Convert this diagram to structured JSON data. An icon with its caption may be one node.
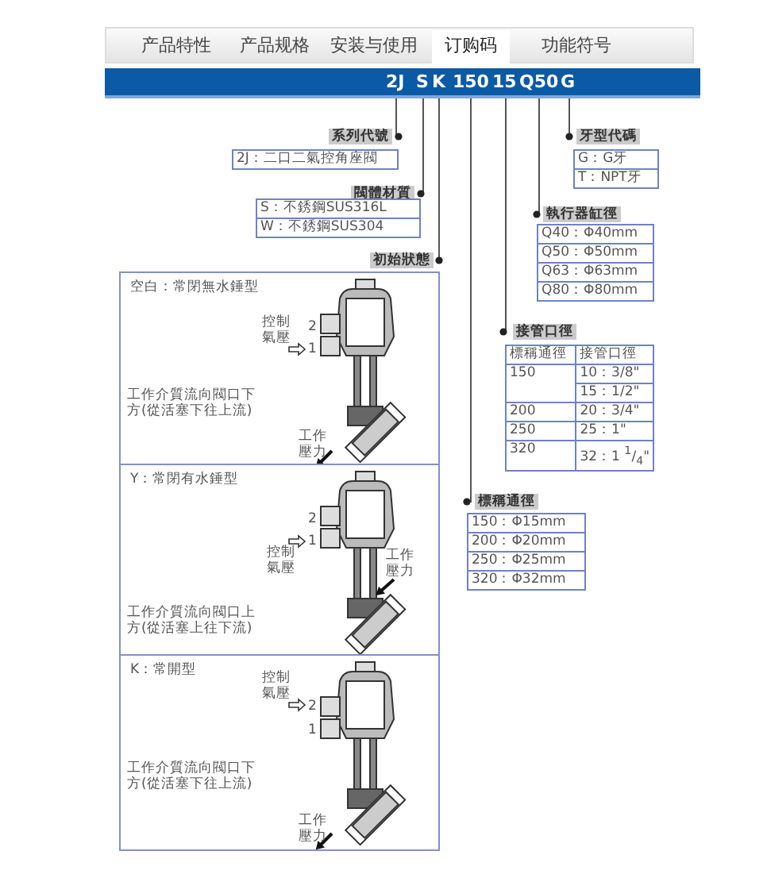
{
  "diagram": {
    "nodes": [
      {
        "text": [],
        "shape": "bar"
      },
      {
        "text": [
          "2J"
        ],
        "in": 0
      },
      {
        "text": [
          "S"
        ],
        "in": 0
      },
      {
        "text": [
          "K"
        ],
        "in": 0
      },
      {
        "text": [
          "150"
        ],
        "in": 0
      },
      {
        "text": [
          "15"
        ],
        "in": 0
      },
      {
        "text": [
          "Q50"
        ],
        "in": 0
      },
      {
        "text": [
          "G"
        ],
        "in": 0
      },
      {
        "text": [
          "系列代號",
          "2J：二口二氣控角座閥"
        ]
      },
      {
        "text": [
          "牙型代碼",
          "G：G牙",
          "T：NPT牙"
        ]
      },
      {
        "text": [
          "閥體材質",
          "S：不銹鋼SUS316L",
          "W：不銹鋼SUS304"
        ]
      },
      {
        "text": [
          "執行器缸徑",
          "Q40：Φ40mm",
          "Q50：Φ50mm",
          "Q63：Φ63mm",
          "Q80：Φ80mm"
        ]
      },
      {
        "text": [
          "初始狀態"
        ]
      },
      {
        "text": [
          "空白：常閉無水錘型",
          "控制氣壓",
          "2",
          "1",
          "工作介質流向閥口下方(從活塞下往上流)",
          "工作壓力"
        ]
      },
      {
        "text": [
          "Y：常閉有水錘型",
          "2",
          "1",
          "控制氣壓",
          "工作壓力",
          "工作介質流向閥口上方(從活塞上往下流)"
        ]
      },
      {
        "text": [
          "K：常開型",
          "控制氣壓",
          "2",
          "1",
          "工作介質流向閥口下方(從活塞下往上流)",
          "工作壓力"
        ]
      },
      {
        "text": [
          "接管口徑",
          "標稱通徑",
          "接管口徑",
          "150",
          "10：3/8\"",
          "15：1/2\"",
          "200",
          "20：3/4\"",
          "250",
          "25：1\"",
          "320",
          "32：1 $^{1}$/$_{4}$\""
        ]
      },
      {
        "text": [
          "標稱通徑",
          "150：Φ15mm",
          "200：Φ20mm",
          "250：Φ25mm",
          "320：Φ32mm"
        ]
      }
    ],
    "edges": [
      {
        "from": 1,
        "to": 8,
        "arrow": "other"
      },
      {
        "from": 2,
        "to": 10,
        "arrow": "other"
      },
      {
        "from": 3,
        "to": 12,
        "arrow": "other"
      },
      {
        "from": 4,
        "to": 17,
        "arrow": "other"
      },
      {
        "from": 5,
        "to": 16,
        "arrow": "other"
      },
      {
        "from": 6,
        "to": 11,
        "arrow": "other"
      },
      {
        "from": 7,
        "to": 9,
        "arrow": "other"
      }
    ],
    "labels": [
      "产品特性",
      "产品规格",
      "安装与使用",
      "订购码",
      "功能符号"
    ]
  }
}
